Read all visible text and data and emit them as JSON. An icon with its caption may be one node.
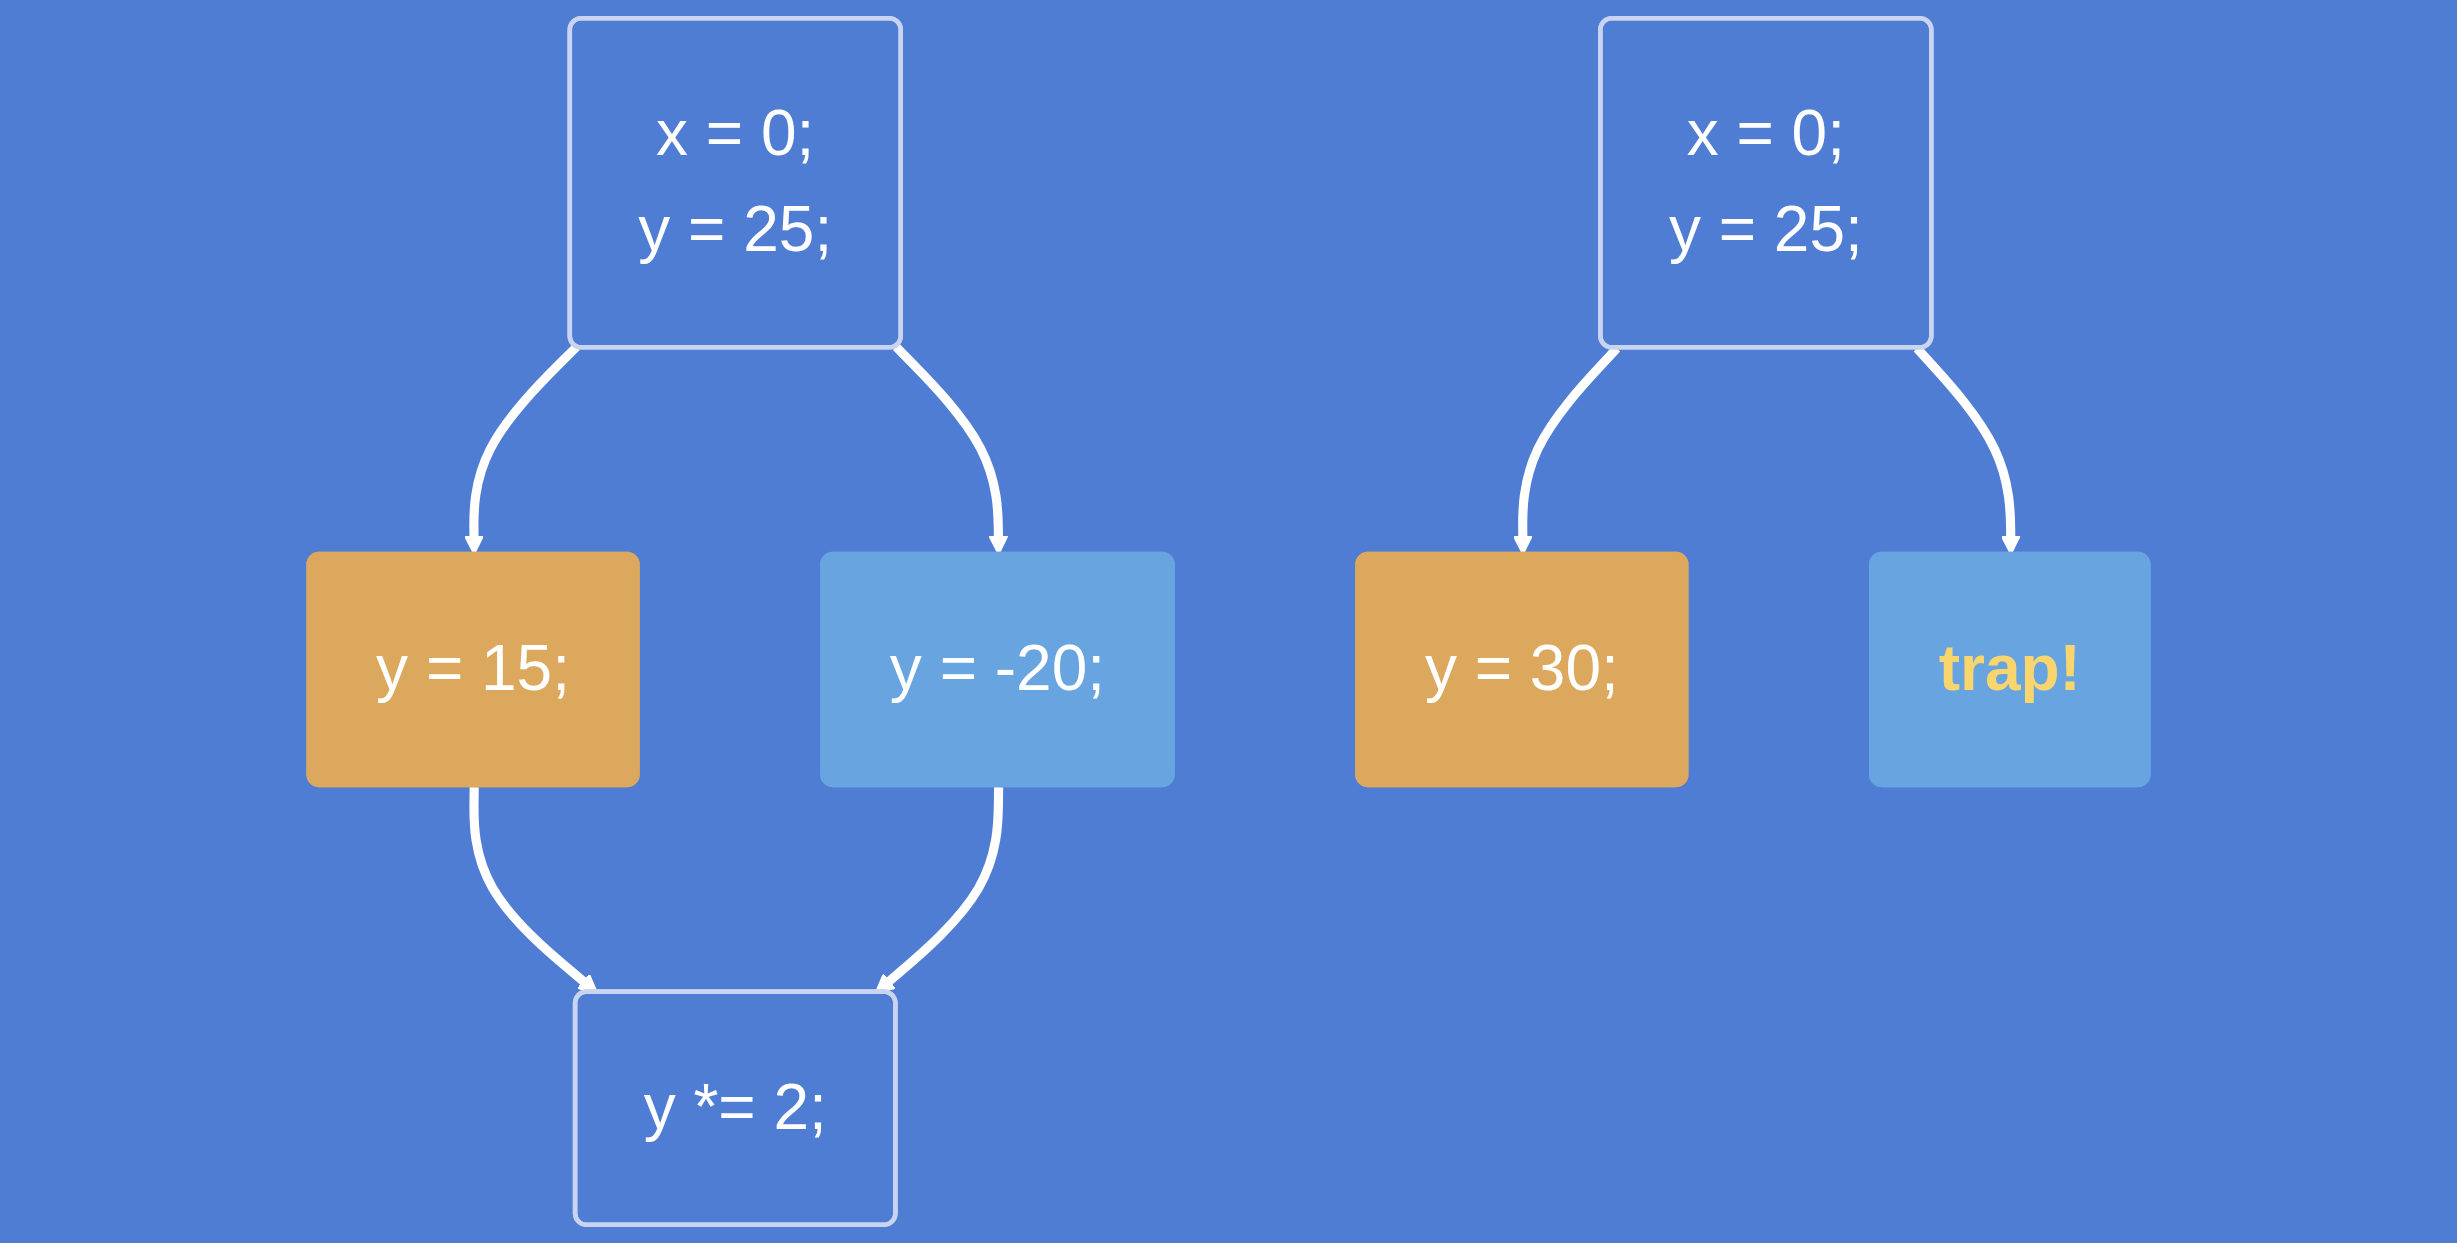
{
  "diagram": {
    "nodes": [
      {
        "text": [
          "x = 0;",
          "y = 25;"
        ]
      },
      {
        "text": [
          "y = 15;"
        ]
      },
      {
        "text": [
          "y = -20;"
        ]
      },
      {
        "text": [
          "y *= 2;"
        ]
      },
      {
        "text": [
          "x = 0;",
          "y = 25;"
        ]
      },
      {
        "text": [
          "y = 30;"
        ]
      },
      {
        "text": [
          "trap!"
        ]
      }
    ],
    "edges": [
      {
        "from": 0,
        "to": 1,
        "arrow": "to"
      },
      {
        "from": 0,
        "to": 2,
        "arrow": "to"
      },
      {
        "from": 1,
        "to": 3,
        "arrow": "to"
      },
      {
        "from": 2,
        "to": 3,
        "arrow": "to"
      },
      {
        "from": 4,
        "to": 5,
        "arrow": "to"
      },
      {
        "from": 4,
        "to": 6,
        "arrow": "to"
      }
    ]
  }
}
